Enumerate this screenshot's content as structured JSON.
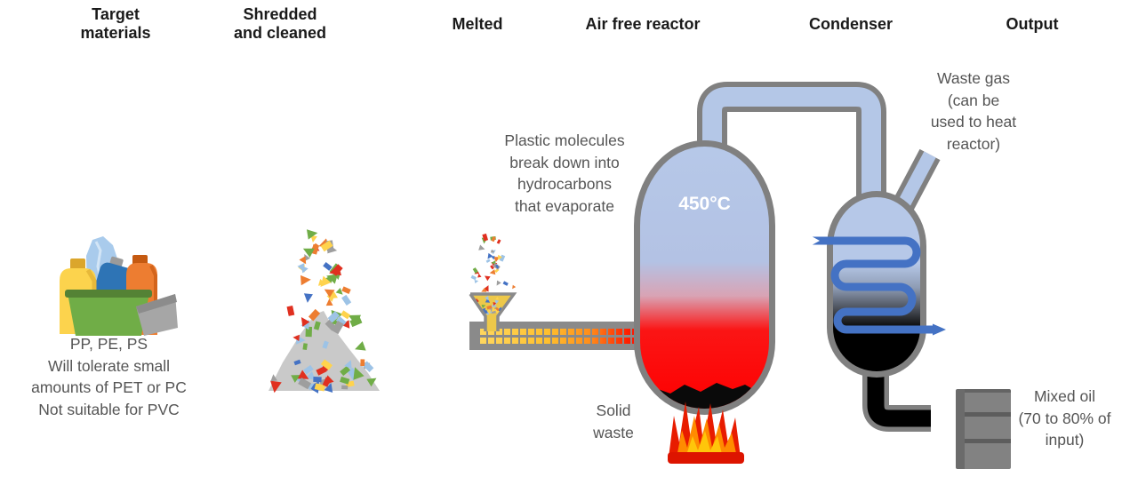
{
  "stages": {
    "target_materials": {
      "label": "Target\nmaterials",
      "note": "PP, PE, PS\nWill tolerate small\namounts of PET or PC\nNot suitable for PVC"
    },
    "shredded": {
      "label": "Shredded\nand cleaned"
    },
    "melted": {
      "label": "Melted"
    },
    "reactor": {
      "label": "Air free reactor",
      "temperature": "450°C",
      "note": "Plastic molecules\nbreak down into\nhydrocarbons\nthat evaporate",
      "solid_waste_label": "Solid\nwaste"
    },
    "condenser": {
      "label": "Condenser",
      "waste_gas_note": "Waste gas\n(can be\nused to heat\nreactor)"
    },
    "output": {
      "label": "Output",
      "mixed_oil_note": "Mixed oil\n(70 to 80% of\ninput)"
    }
  },
  "palette": {
    "vessel_fill": "#b4c7e7",
    "outline_gray": "#808080",
    "hot_red": "#fe0000",
    "coil_blue": "#4472c4",
    "label_gray": "#555555",
    "header_black": "#1a1a1a",
    "barrel_gray": "#7f7f7f",
    "fire": [
      "#e81c00",
      "#ff8c00",
      "#ffc60a"
    ],
    "confetti": [
      "#4472c4",
      "#ed7d31",
      "#ffd34d",
      "#70ad47",
      "#e03020",
      "#9dc3e6",
      "#9e9e9e"
    ]
  }
}
